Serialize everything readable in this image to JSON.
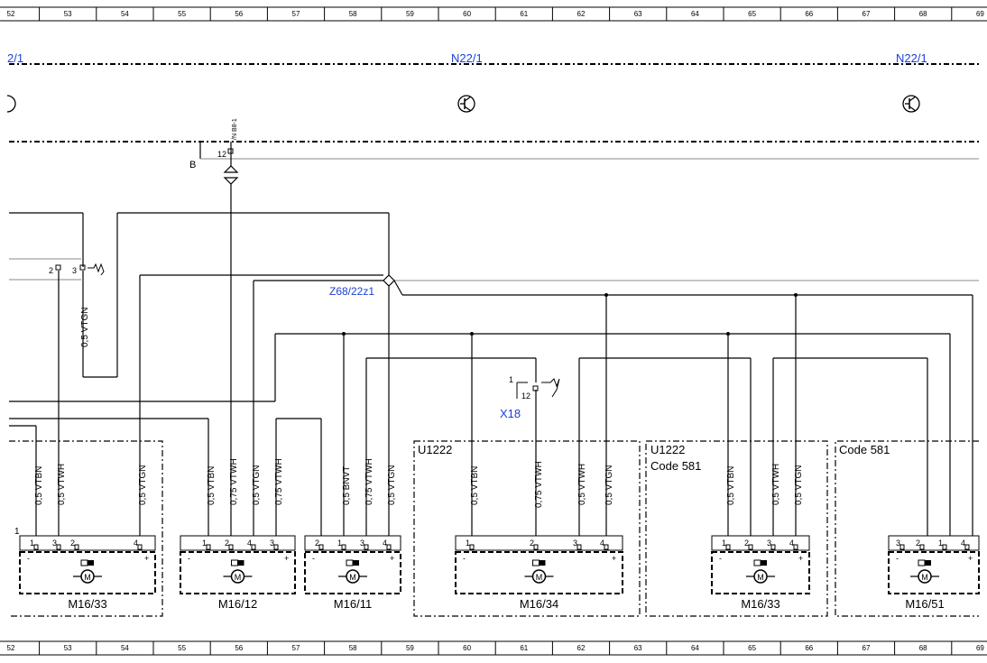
{
  "ruler": {
    "columns": [
      "52",
      "53",
      "54",
      "55",
      "56",
      "57",
      "58",
      "59",
      "60",
      "61",
      "62",
      "63",
      "64",
      "65",
      "66",
      "67",
      "68",
      "69"
    ]
  },
  "top_labels": {
    "left": "2/1",
    "center": "N22/1",
    "right": "N22/1"
  },
  "bus": {
    "b_label": "B",
    "pin_12": "12",
    "connector_ref": "/N B8-1"
  },
  "splice": {
    "label": "Z68/22z1"
  },
  "connector_x18": {
    "label": "X18",
    "pin_1": "1",
    "pin_12": "12"
  },
  "left_connector": {
    "pin_2": "2",
    "pin_3": "3",
    "wire": "0,5 VTGN"
  },
  "regions": {
    "u1222_a": "U1222",
    "u1222_b": "U1222",
    "code_b": "Code 581",
    "code_c": "Code 581"
  },
  "wire_labels": {
    "m1633a": [
      "0,5 VTBN",
      "0,5 VTWH",
      "0,5 VTGN"
    ],
    "m1612": [
      "0,5 VTBN",
      "0,75 VTWH",
      "0,5 VTGN",
      "0,75 VTWH"
    ],
    "m1611": [
      "0,5 BNVT",
      "0,75 VTWH",
      "0,5 VTGN"
    ],
    "m1634": [
      "0,5 VTBN",
      "0,75 VTWH",
      "0,5 VTWH",
      "0,5 VTGN"
    ],
    "m1633b": [
      "0,5 VTBN",
      "0,5 VTWH",
      "0,5 VTGN"
    ]
  },
  "motors": [
    {
      "name": "M16/33",
      "pins": [
        "1",
        "3",
        "2",
        "4"
      ]
    },
    {
      "name": "M16/12",
      "pins": [
        "1",
        "2",
        "4",
        "3"
      ]
    },
    {
      "name": "M16/11",
      "pins": [
        "2",
        "1",
        "3",
        "4"
      ]
    },
    {
      "name": "M16/34",
      "pins": [
        "1",
        "2",
        "3",
        "4"
      ]
    },
    {
      "name": "M16/33",
      "pins": [
        "1",
        "2",
        "3",
        "4"
      ]
    },
    {
      "name": "M16/51",
      "pins": [
        "3",
        "2",
        "1",
        "4"
      ]
    }
  ],
  "motor_symbol": "M",
  "pin_signs": {
    "minus": "-",
    "plus": "+"
  },
  "box_pin_1": "1"
}
